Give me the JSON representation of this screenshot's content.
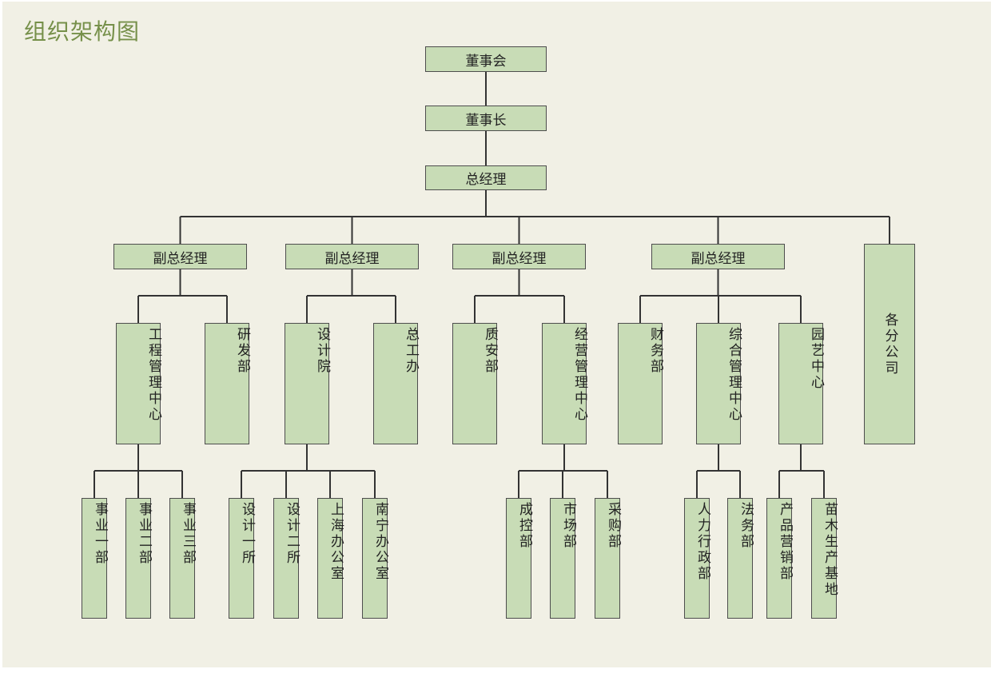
{
  "title": "组织架构图",
  "colors": {
    "background": "#f1f0e5",
    "node_fill": "#c8dcb6",
    "node_border": "#4d4d4d",
    "line": "#333333",
    "title": "#76904a"
  },
  "org": {
    "label": "董事会",
    "children": [
      {
        "label": "董事长",
        "children": [
          {
            "label": "总经理",
            "children": [
              {
                "label": "副总经理",
                "children": [
                  {
                    "label": "工程管理中心",
                    "children": [
                      {
                        "label": "事业一部"
                      },
                      {
                        "label": "事业二部"
                      },
                      {
                        "label": "事业三部"
                      }
                    ]
                  },
                  {
                    "label": "研发部"
                  }
                ]
              },
              {
                "label": "副总经理",
                "children": [
                  {
                    "label": "设计院",
                    "children": [
                      {
                        "label": "设计一所"
                      },
                      {
                        "label": "设计二所"
                      },
                      {
                        "label": "上海办公室"
                      },
                      {
                        "label": "南宁办公室"
                      }
                    ]
                  },
                  {
                    "label": "总工办"
                  }
                ]
              },
              {
                "label": "副总经理",
                "children": [
                  {
                    "label": "质安部"
                  },
                  {
                    "label": "经营管理中心",
                    "children": [
                      {
                        "label": "成控部"
                      },
                      {
                        "label": "市场部"
                      },
                      {
                        "label": "采购部"
                      }
                    ]
                  }
                ]
              },
              {
                "label": "副总经理",
                "children": [
                  {
                    "label": "财务部"
                  },
                  {
                    "label": "综合管理中心",
                    "children": [
                      {
                        "label": "人力行政部"
                      },
                      {
                        "label": "法务部"
                      }
                    ]
                  },
                  {
                    "label": "园艺中心",
                    "children": [
                      {
                        "label": "产品营销部"
                      },
                      {
                        "label": "苗木生产基地"
                      }
                    ]
                  }
                ]
              },
              {
                "label": "各分公司"
              }
            ]
          }
        ]
      }
    ]
  }
}
